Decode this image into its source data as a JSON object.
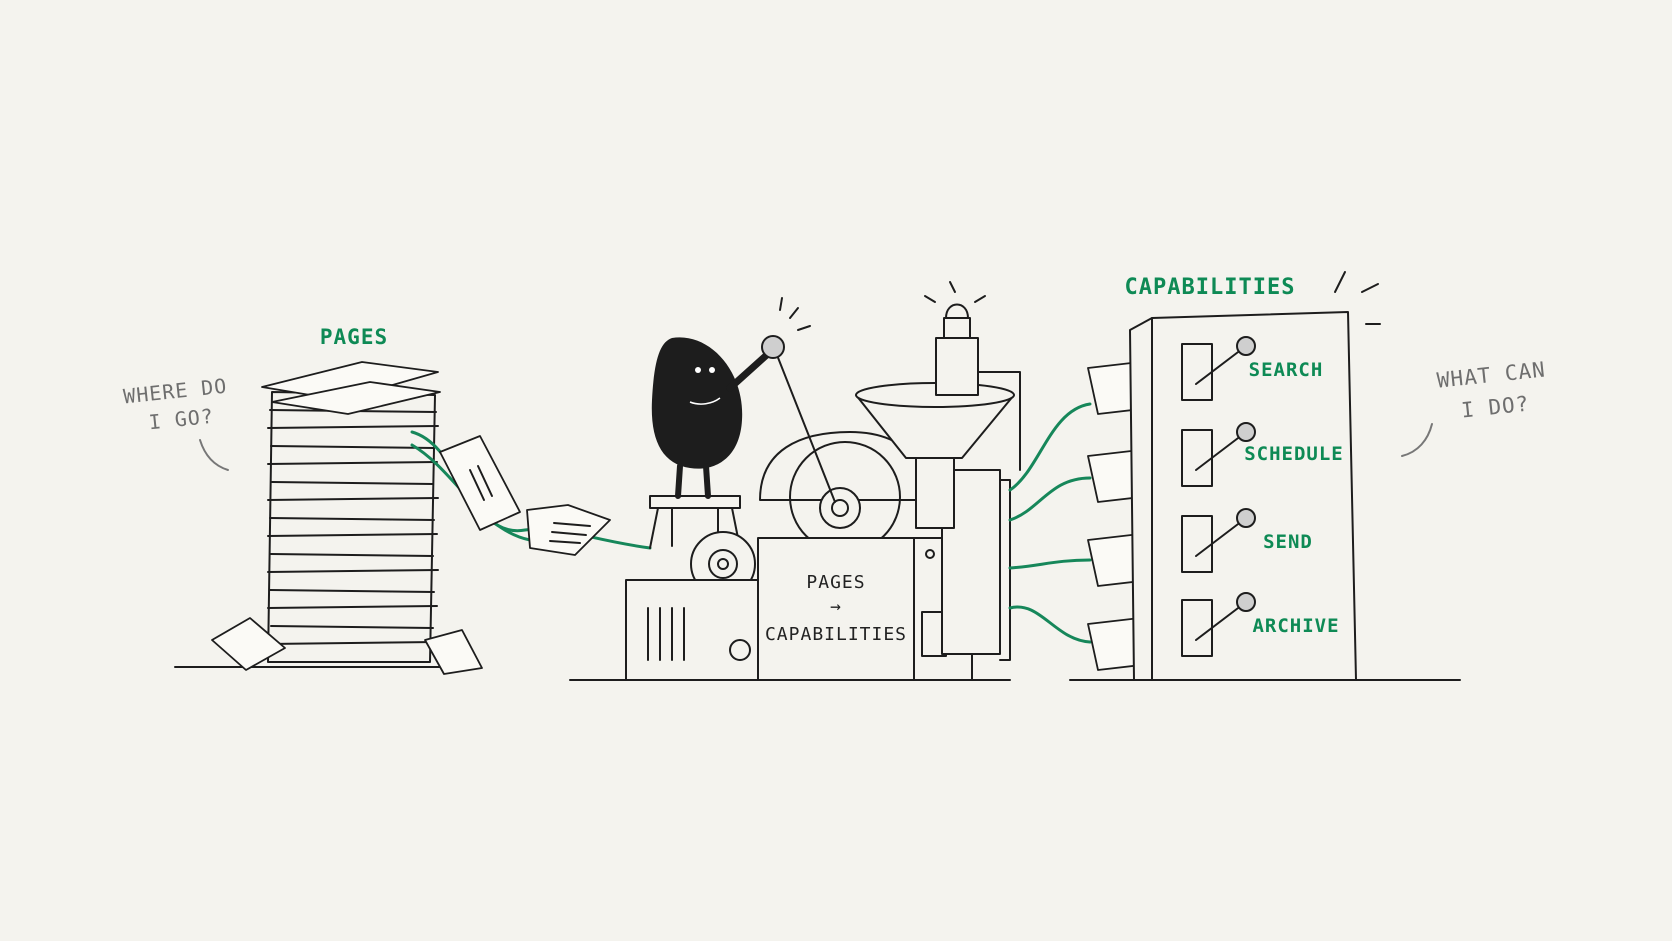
{
  "labels": {
    "pages_title": "PAGES",
    "capabilities_title": "CAPABILITIES",
    "question_left_line1": "WHERE DO",
    "question_left_line2": "I GO?",
    "question_right_line1": "WHAT CAN",
    "question_right_line2": "I DO?",
    "machine_line1": "PAGES",
    "machine_arrow": "→",
    "machine_line2": "CAPABILITIES"
  },
  "switches": [
    {
      "label": "SEARCH"
    },
    {
      "label": "SCHEDULE"
    },
    {
      "label": "SEND"
    },
    {
      "label": "ARCHIVE"
    }
  ],
  "colors": {
    "accent": "#0e8a55",
    "ink": "#1d1d1d",
    "background": "#f4f3ee",
    "muted": "#6e6e6e"
  }
}
